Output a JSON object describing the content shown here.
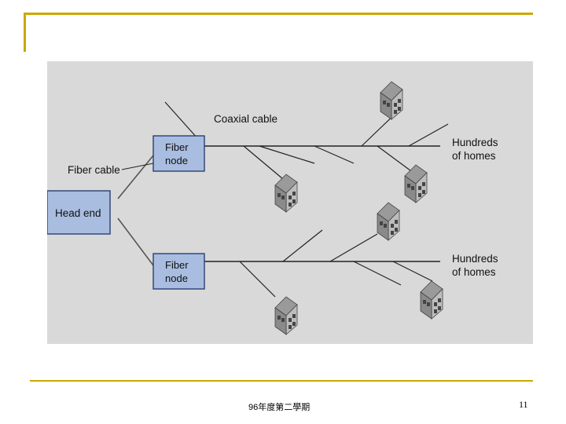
{
  "diagram": {
    "head_end": "Head end",
    "fiber_node_line1": "Fiber",
    "fiber_node_line2": "node",
    "fiber_cable": "Fiber cable",
    "coaxial_cable": "Coaxial cable",
    "hundreds_line1": "Hundreds",
    "hundreds_line2": "of homes",
    "box_fill": "#a9bde0",
    "box_stroke": "#2b3f73"
  },
  "footer": {
    "text": "96年度第二學期",
    "page_number": "11"
  },
  "colors": {
    "frame": "#c9a800",
    "scan_background": "#d9d9d9"
  }
}
